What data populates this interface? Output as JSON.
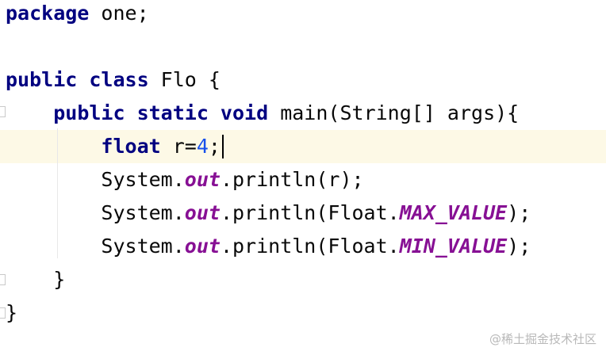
{
  "editor": {
    "lines": [
      {
        "parts": [
          {
            "t": "package",
            "c": "kw"
          },
          {
            "t": " one;",
            "c": "plain"
          }
        ]
      },
      {
        "parts": []
      },
      {
        "parts": [
          {
            "t": "public class",
            "c": "kw"
          },
          {
            "t": " Flo {",
            "c": "plain"
          }
        ]
      },
      {
        "parts": [
          {
            "t": "    ",
            "c": "plain"
          },
          {
            "t": "public static void",
            "c": "kw"
          },
          {
            "t": " main(String[] args){",
            "c": "plain"
          }
        ]
      },
      {
        "parts": [
          {
            "t": "        ",
            "c": "plain"
          },
          {
            "t": "float",
            "c": "kw"
          },
          {
            "t": " r=",
            "c": "plain"
          },
          {
            "t": "4",
            "c": "num"
          },
          {
            "t": ";",
            "c": "plain"
          }
        ]
      },
      {
        "parts": [
          {
            "t": "        System.",
            "c": "plain"
          },
          {
            "t": "out",
            "c": "field"
          },
          {
            "t": ".println(r);",
            "c": "plain"
          }
        ]
      },
      {
        "parts": [
          {
            "t": "        System.",
            "c": "plain"
          },
          {
            "t": "out",
            "c": "field"
          },
          {
            "t": ".println(Float.",
            "c": "plain"
          },
          {
            "t": "MAX_VALUE",
            "c": "field"
          },
          {
            "t": ");",
            "c": "plain"
          }
        ]
      },
      {
        "parts": [
          {
            "t": "        System.",
            "c": "plain"
          },
          {
            "t": "out",
            "c": "field"
          },
          {
            "t": ".println(Float.",
            "c": "plain"
          },
          {
            "t": "MIN_VALUE",
            "c": "field"
          },
          {
            "t": ");",
            "c": "plain"
          }
        ]
      },
      {
        "parts": [
          {
            "t": "    }",
            "c": "plain"
          }
        ]
      },
      {
        "parts": [
          {
            "t": "}",
            "c": "plain"
          }
        ]
      }
    ],
    "current_line": 4
  },
  "watermark": "@稀土掘金技术社区"
}
